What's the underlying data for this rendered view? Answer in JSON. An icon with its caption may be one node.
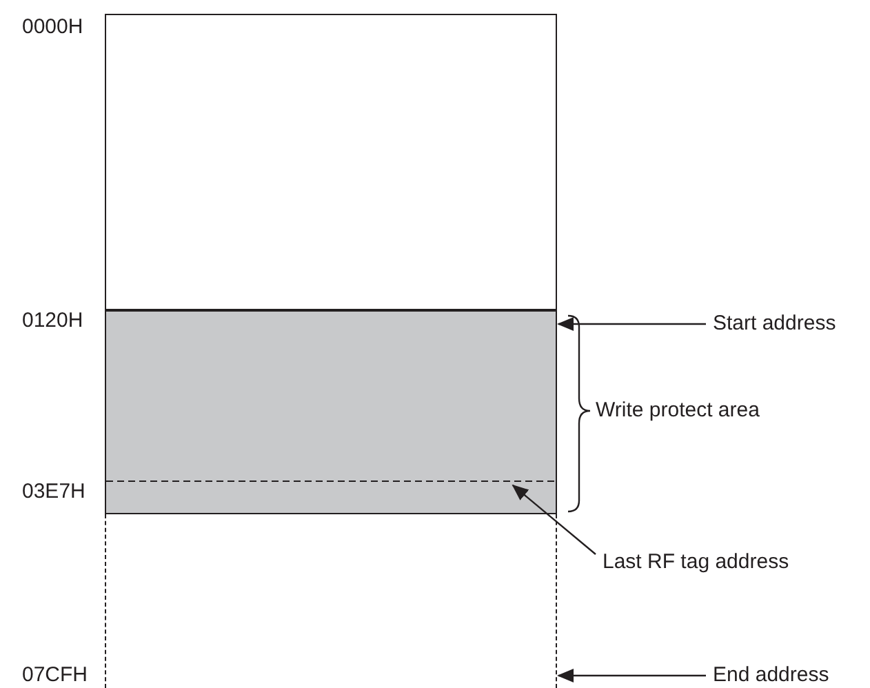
{
  "diagram": {
    "nodes": [
      {
        "text": [],
        "shape": "box"
      },
      {
        "text": [],
        "shape": "box"
      },
      {
        "text": [],
        "shape": "box"
      },
      {
        "text": [
          "Start address"
        ]
      },
      {
        "text": [
          "Last RF tag address"
        ]
      },
      {
        "text": [
          "End address"
        ]
      }
    ],
    "edges": [
      {
        "from": 3,
        "to": 1,
        "arrow": "to"
      },
      {
        "from": 4,
        "to": 1,
        "arrow": "to"
      },
      {
        "from": 5,
        "to": 2,
        "arrow": "to"
      }
    ],
    "labels": [
      "0000H",
      "0120H",
      "Write protect area",
      "03E7H",
      "07CFH"
    ]
  }
}
